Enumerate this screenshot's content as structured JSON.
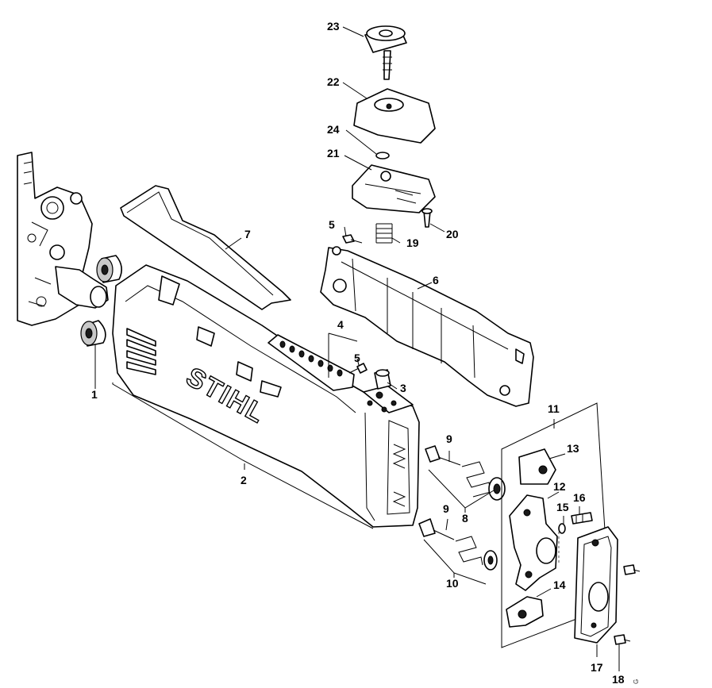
{
  "callouts": {
    "c1": "1",
    "c2": "2",
    "c3": "3",
    "c4": "4",
    "c5a": "5",
    "c5b": "5",
    "c6": "6",
    "c7": "7",
    "c8": "8",
    "c9a": "9",
    "c9b": "9",
    "c10": "10",
    "c11": "11",
    "c12": "12",
    "c13": "13",
    "c14": "14",
    "c15": "15",
    "c16": "16",
    "c17": "17",
    "c18": "18",
    "c19": "19",
    "c20": "20",
    "c21": "21",
    "c22": "22",
    "c23": "23",
    "c24": "24"
  },
  "brand_text": "STIHL",
  "corner_ref": "G"
}
